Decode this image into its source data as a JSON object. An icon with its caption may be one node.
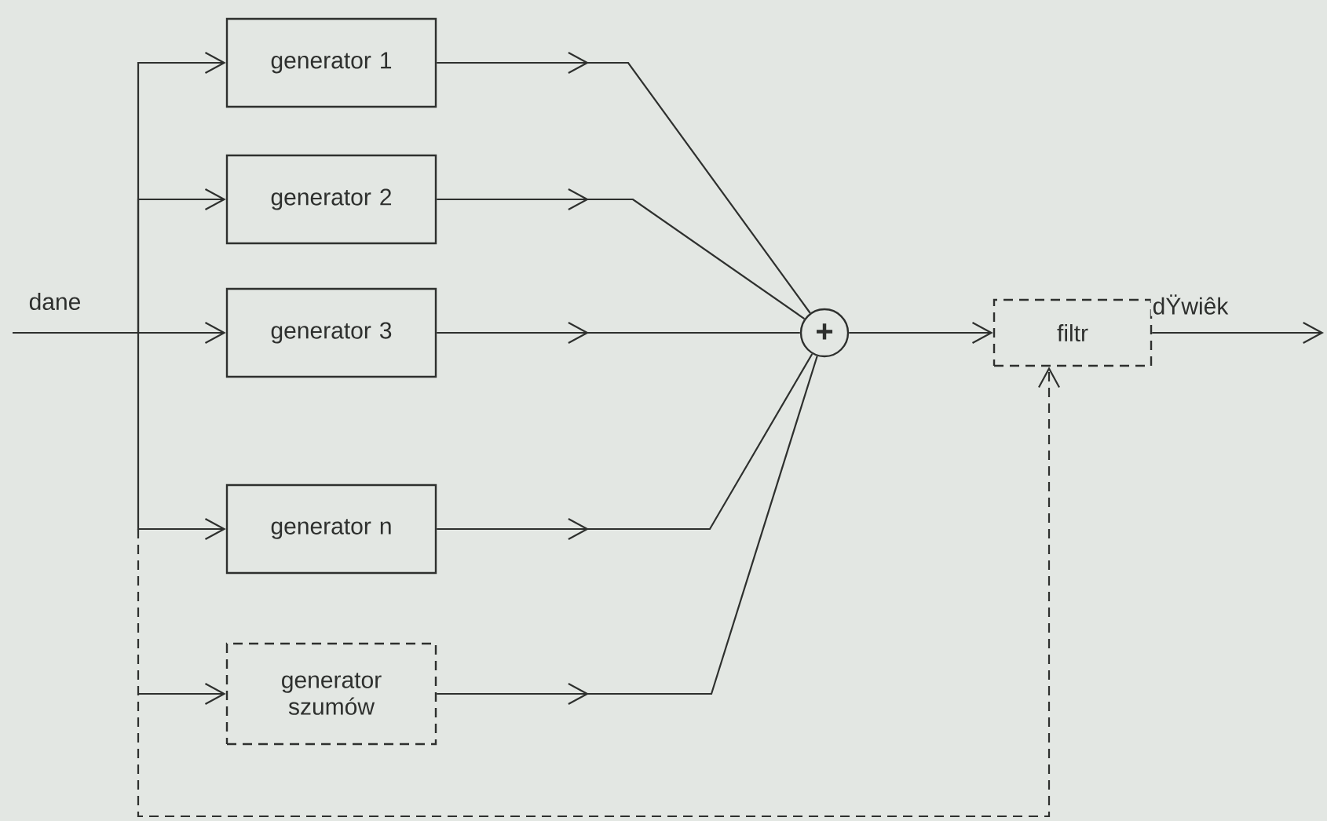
{
  "diagram": {
    "nodes": [
      {
        "text": [
          "generator 1"
        ]
      },
      {
        "text": [
          "generator 2"
        ]
      },
      {
        "text": [
          "generator 3"
        ]
      },
      {
        "text": [
          "generator n"
        ]
      },
      {
        "text": [
          "generator szumów"
        ]
      },
      {
        "text": [
          "+"
        ]
      },
      {
        "text": [
          "filtr"
        ]
      }
    ],
    "edges": [
      {
        "from": null,
        "to": 2,
        "arrow": "to",
        "label": "dane"
      },
      {
        "from": null,
        "to": 0,
        "arrow": "to"
      },
      {
        "from": null,
        "to": 1,
        "arrow": "to"
      },
      {
        "from": null,
        "to": 3,
        "arrow": "to"
      },
      {
        "from": null,
        "to": 4,
        "arrow": "to"
      },
      {
        "from": null,
        "to": 6,
        "arrow": "to",
        "style": "dashed"
      },
      {
        "from": 0,
        "to": 5,
        "arrow": "to"
      },
      {
        "from": 1,
        "to": 5,
        "arrow": "to"
      },
      {
        "from": 2,
        "to": 5,
        "arrow": "to"
      },
      {
        "from": 3,
        "to": 5,
        "arrow": "to"
      },
      {
        "from": 4,
        "to": 5,
        "arrow": "to"
      },
      {
        "from": 5,
        "to": 6,
        "arrow": "to"
      },
      {
        "from": 6,
        "to": null,
        "arrow": "to",
        "label": "dŸwiêk"
      }
    ]
  }
}
